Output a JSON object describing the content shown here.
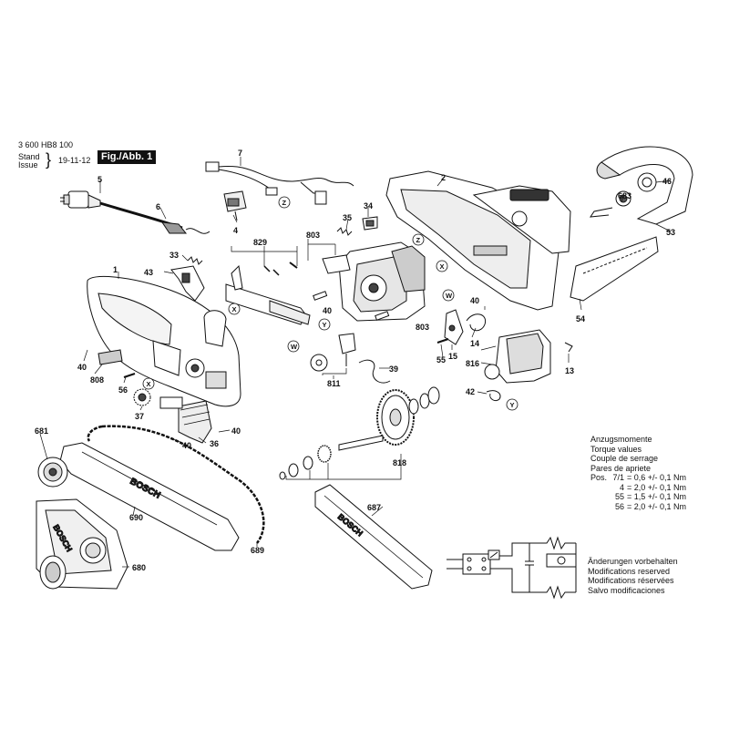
{
  "header": {
    "doc_number": "3 600 HB8 100",
    "stand": "Stand",
    "issue": "Issue",
    "date": "19-11-12",
    "fig_label": "Fig./Abb. 1"
  },
  "brand": "BOSCH",
  "part_labels": {
    "p1": "1",
    "p2": "2",
    "p4": "4",
    "p5": "5",
    "p6": "6",
    "p7": "7",
    "p13": "13",
    "p14": "14",
    "p15": "15",
    "p33": "33",
    "p34": "34",
    "p35": "35",
    "p36": "36",
    "p37": "37",
    "p39": "39",
    "p40a": "40",
    "p40b": "40",
    "p40c": "40",
    "p40d": "40",
    "p40e": "40",
    "p40f": "40",
    "p42": "42",
    "p43": "43",
    "p46": "46",
    "p53": "53",
    "p54": "54",
    "p55": "55",
    "p56": "56",
    "p680": "680",
    "p681": "681",
    "p683": "683",
    "p687": "687",
    "p689": "689",
    "p690": "690",
    "p803a": "803",
    "p803b": "803",
    "p808": "808",
    "p811": "811",
    "p816": "816",
    "p818": "818",
    "p829": "829"
  },
  "callouts": {
    "x1": "X",
    "x2": "X",
    "x3": "X",
    "w1": "W",
    "w2": "W",
    "y1": "Y",
    "y2": "Y",
    "z1": "Z",
    "z2": "Z"
  },
  "torque": {
    "title_de": "Anzugsmomente",
    "title_en": "Torque values",
    "title_fr": "Couple de serrage",
    "title_es": "Pares de apriete",
    "pos_label": "Pos.",
    "rows": [
      {
        "pos": "7/1",
        "value": "= 0,6 +/- 0,1 Nm"
      },
      {
        "pos": "4",
        "value": "= 2,0 +/- 0,1 Nm"
      },
      {
        "pos": "55",
        "value": "= 1,5 +/- 0,1 Nm"
      },
      {
        "pos": "56",
        "value": "= 2,0 +/- 0,1 Nm"
      }
    ]
  },
  "notes": {
    "de": "Änderungen vorbehalten",
    "en": "Modifications reserved",
    "fr": "Modifications réservées",
    "es": "Salvo modificaciones"
  },
  "colors": {
    "ink": "#111111",
    "paper": "#ffffff",
    "shade": "#d9d9d9"
  }
}
